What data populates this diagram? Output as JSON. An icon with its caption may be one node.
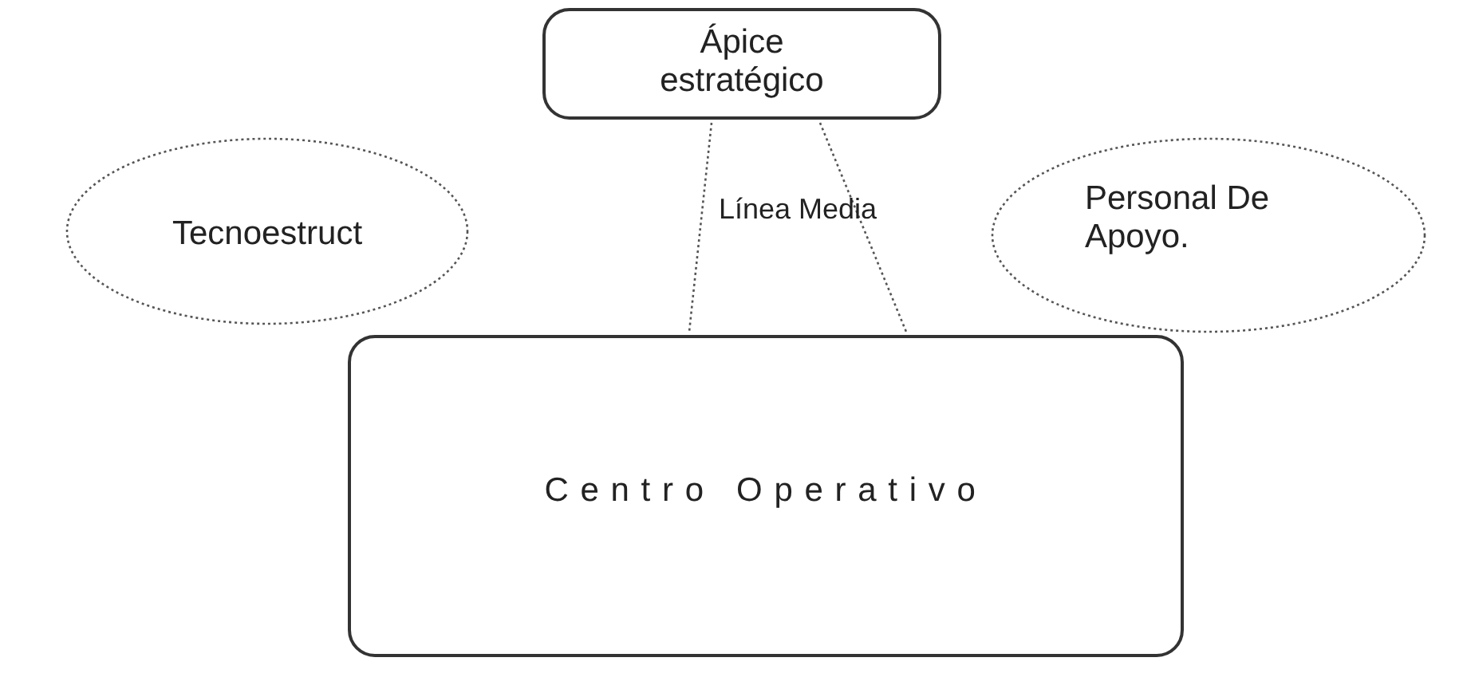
{
  "diagram": {
    "nodes": [
      {
        "text": [
          "Tecnoestruct"
        ]
      },
      {
        "text": [
          "Ápice estratégico"
        ]
      },
      {
        "text": [
          "Personal De Apoyo."
        ]
      },
      {
        "text": [
          "Línea Media"
        ]
      },
      {
        "text": [
          "Centro Operativo"
        ]
      }
    ]
  }
}
